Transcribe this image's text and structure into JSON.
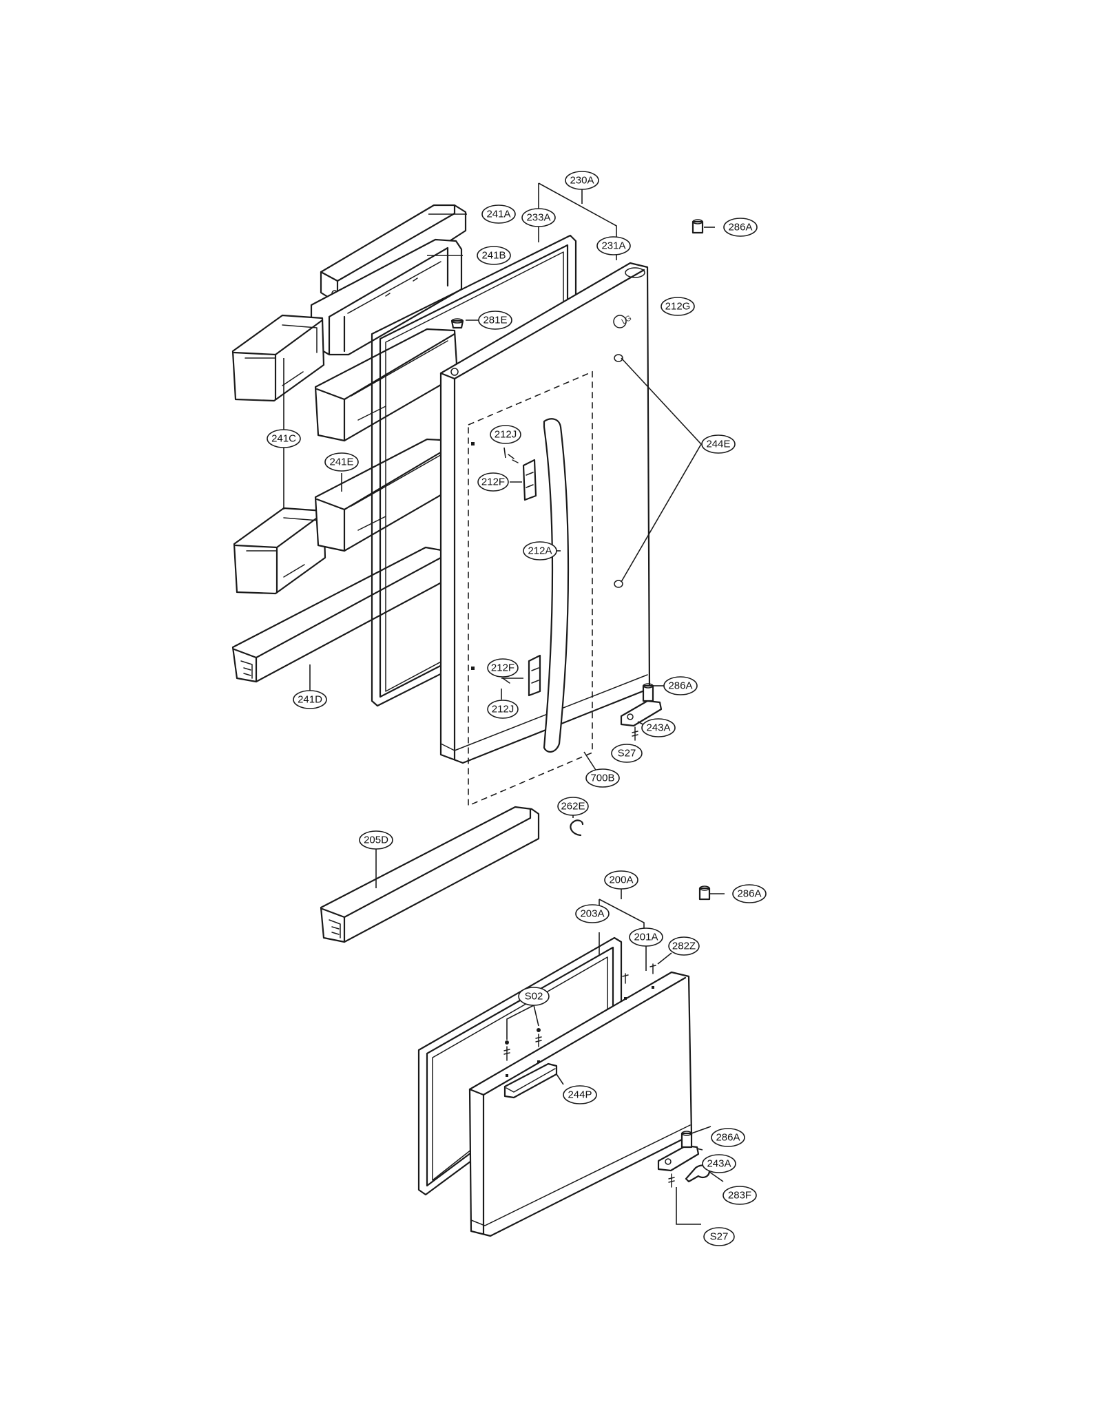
{
  "brand_logo_text": "LG",
  "callouts": [
    {
      "id": "c230A",
      "label": "230A"
    },
    {
      "id": "c241A",
      "label": "241A"
    },
    {
      "id": "c233A",
      "label": "233A"
    },
    {
      "id": "c231A",
      "label": "231A"
    },
    {
      "id": "c286A_top",
      "label": "286A"
    },
    {
      "id": "c241B",
      "label": "241B"
    },
    {
      "id": "c212G",
      "label": "212G"
    },
    {
      "id": "c281E",
      "label": "281E"
    },
    {
      "id": "c244E",
      "label": "244E"
    },
    {
      "id": "c241C",
      "label": "241C"
    },
    {
      "id": "c212J_top",
      "label": "212J"
    },
    {
      "id": "c241E",
      "label": "241E"
    },
    {
      "id": "c212F_top",
      "label": "212F"
    },
    {
      "id": "c212A",
      "label": "212A"
    },
    {
      "id": "c212F_bot",
      "label": "212F"
    },
    {
      "id": "c286A_hinge",
      "label": "286A"
    },
    {
      "id": "c241D",
      "label": "241D"
    },
    {
      "id": "c212J_bot",
      "label": "212J"
    },
    {
      "id": "c243A_top",
      "label": "243A"
    },
    {
      "id": "cS27_top",
      "label": "S27"
    },
    {
      "id": "c700B",
      "label": "700B"
    },
    {
      "id": "c262E",
      "label": "262E"
    },
    {
      "id": "c205D",
      "label": "205D"
    },
    {
      "id": "c200A",
      "label": "200A"
    },
    {
      "id": "c286A_mid",
      "label": "286A"
    },
    {
      "id": "c203A",
      "label": "203A"
    },
    {
      "id": "c201A",
      "label": "201A"
    },
    {
      "id": "c282Z",
      "label": "282Z"
    },
    {
      "id": "cS02",
      "label": "S02"
    },
    {
      "id": "c244P",
      "label": "244P"
    },
    {
      "id": "c286A_bot",
      "label": "286A"
    },
    {
      "id": "c243A_bot",
      "label": "243A"
    },
    {
      "id": "c283F",
      "label": "283F"
    },
    {
      "id": "cS27_bot",
      "label": "S27"
    }
  ]
}
